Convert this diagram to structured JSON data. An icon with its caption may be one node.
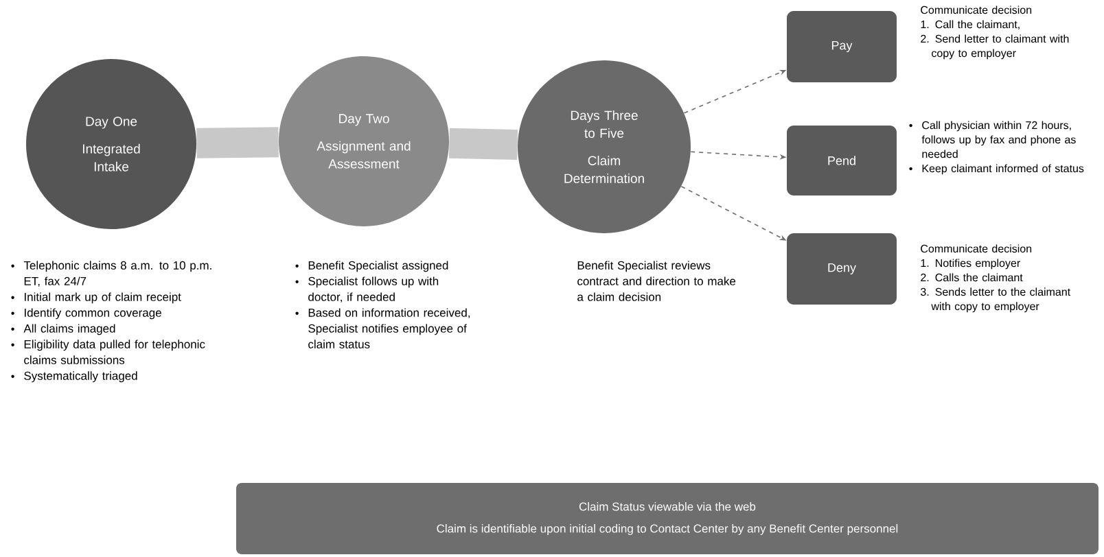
{
  "diagram": {
    "nodes": [
      {
        "text": [
          "Day One",
          "Integrated Intake"
        ],
        "beside": [
          "Telephonic claims 8 a.m. to 10 p.m. ET, fax 24/7",
          "Initial mark up of claim receipt",
          "Identify common coverage",
          "All claims imaged",
          "Eligibility data pulled for telephonic claims submissions",
          "Systematically triaged"
        ]
      },
      {
        "text": [
          "Day Two",
          "Assignment and Assessment"
        ],
        "beside": [
          "Benefit Specialist assigned",
          "Specialist follows up with doctor, if needed",
          "Based on information received, Specialist notifies employee of claim status"
        ]
      },
      {
        "text": [
          "Days Three to Five",
          "Claim Determination"
        ],
        "beside": [
          "Benefit Specialist reviews contract and direction to make a claim decision"
        ]
      },
      {
        "text": [
          "Pay"
        ],
        "beside": [
          "Communicate decision",
          "1. Call the claimant,",
          "2. Send letter to claimant with copy to employer"
        ]
      },
      {
        "text": [
          "Pend"
        ],
        "beside": [
          "Call physician within 72 hours, follows up by fax and phone as needed",
          "Keep claimant informed of status"
        ]
      },
      {
        "text": [
          "Deny"
        ],
        "beside": [
          "Communicate decision",
          "1. Notifies employer",
          "2. Calls the claimant",
          "3. Sends letter to the claimant with copy to employer"
        ]
      },
      {
        "text": [
          "Claim Status viewable via the web",
          "Claim is identifiable upon initial coding to Contact Center by any Benefit Center personnel"
        ]
      }
    ],
    "edges": [
      {
        "from": 0,
        "to": 1,
        "arrow": "none",
        "style": "thick",
        "color": "#c8c8c8"
      },
      {
        "from": 1,
        "to": 2,
        "arrow": "none",
        "style": "thick",
        "color": "#c8c8c8"
      },
      {
        "from": 2,
        "to": 3,
        "arrow": "to",
        "style": "dashed"
      },
      {
        "from": 2,
        "to": 4,
        "arrow": "to",
        "style": "dashed"
      },
      {
        "from": 2,
        "to": 5,
        "arrow": "to",
        "style": "dashed"
      }
    ]
  }
}
